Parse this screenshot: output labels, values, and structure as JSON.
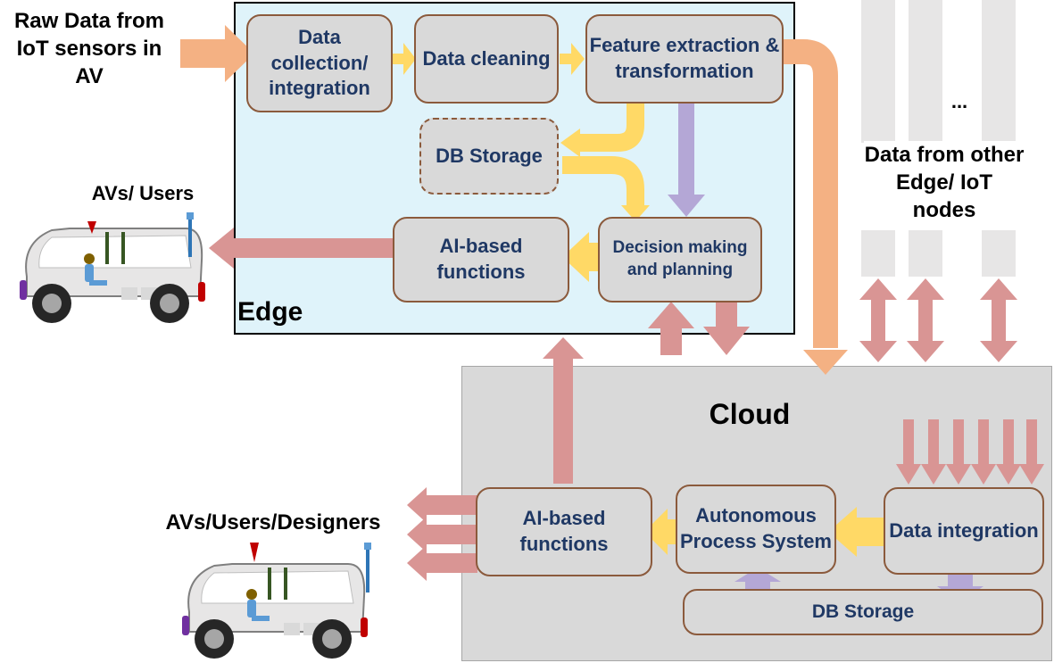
{
  "input_label": "Raw Data from IoT sensors in AV",
  "edge": {
    "title": "Edge",
    "data_collection": "Data collection/ integration",
    "data_cleaning": "Data cleaning",
    "feature_extraction": "Feature extraction & transformation",
    "db_storage": "DB Storage",
    "decision_making": "Decision making and planning",
    "ai_functions": "AI-based functions",
    "output_label": "AVs/ Users"
  },
  "other_nodes": {
    "ellipsis": "...",
    "label": "Data from other Edge/ IoT nodes"
  },
  "cloud": {
    "title": "Cloud",
    "data_integration": "Data integration",
    "autonomous_process": "Autonomous Process System",
    "ai_functions": "AI-based functions",
    "db_storage": "DB Storage",
    "output_label": "AVs/Users/Designers"
  },
  "colors": {
    "orange_arrow": "#f4b183",
    "yellow_arrow": "#ffd966",
    "purple_arrow": "#b4a7d6",
    "red_arrow": "#d99594",
    "gray_bar": "#e7e6e6"
  },
  "icons": [
    "car-icon",
    "person-icon",
    "antenna-icon"
  ]
}
